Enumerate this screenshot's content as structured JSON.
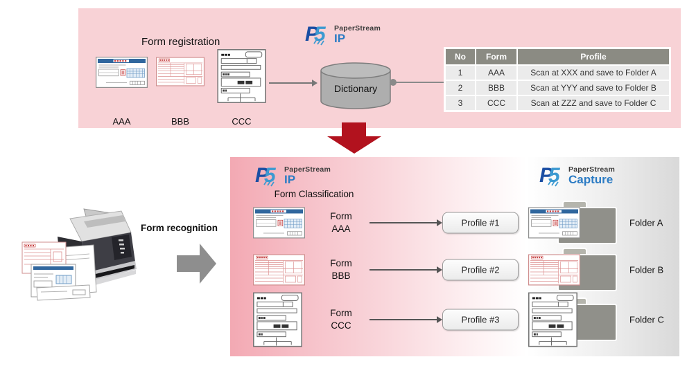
{
  "registration": {
    "title": "Form registration",
    "forms": [
      {
        "name": "AAA"
      },
      {
        "name": "BBB"
      },
      {
        "name": "CCC"
      }
    ],
    "dictionary_label": "Dictionary",
    "table": {
      "headers": [
        "No",
        "Form",
        "Profile"
      ],
      "rows": [
        {
          "no": "1",
          "form": "AAA",
          "profile": "Scan at XXX and save to Folder A"
        },
        {
          "no": "2",
          "form": "BBB",
          "profile": "Scan at YYY and save to Folder B"
        },
        {
          "no": "3",
          "form": "CCC",
          "profile": "Scan at ZZZ and save to Folder C"
        }
      ]
    }
  },
  "recognition": {
    "label": "Form recognition"
  },
  "logos": {
    "ip": {
      "brand": "PaperStream",
      "product": "IP"
    },
    "capture": {
      "brand": "PaperStream",
      "product": "Capture"
    }
  },
  "classification": {
    "title": "Form Classification",
    "rows": [
      {
        "form_word": "Form",
        "form_name": "AAA",
        "profile": "Profile #1",
        "folder": "Folder A"
      },
      {
        "form_word": "Form",
        "form_name": "BBB",
        "profile": "Profile #2",
        "folder": "Folder B"
      },
      {
        "form_word": "Form",
        "form_name": "CCC",
        "profile": "Profile #3",
        "folder": "Folder C"
      }
    ]
  },
  "icons": {
    "dictionary": "database-cylinder-icon",
    "flow_down": "down-arrow-icon",
    "flow_right": "right-arrow-icon",
    "scanner": "document-scanner-icon",
    "folder": "folder-icon",
    "forms": "document-form-icons"
  },
  "colors": {
    "panel_pink": "#f8d2d6",
    "accent_red": "#b2121e",
    "arrow_gray": "#8e8e8e",
    "table_header_gray": "#8b8b83",
    "table_row_gray": "#ebebeb",
    "logo_blue_dark": "#1a4ea3",
    "logo_blue_light": "#3d9ad1",
    "logo_product_blue": "#2b7bc4",
    "folder_gray": "#90908a"
  }
}
